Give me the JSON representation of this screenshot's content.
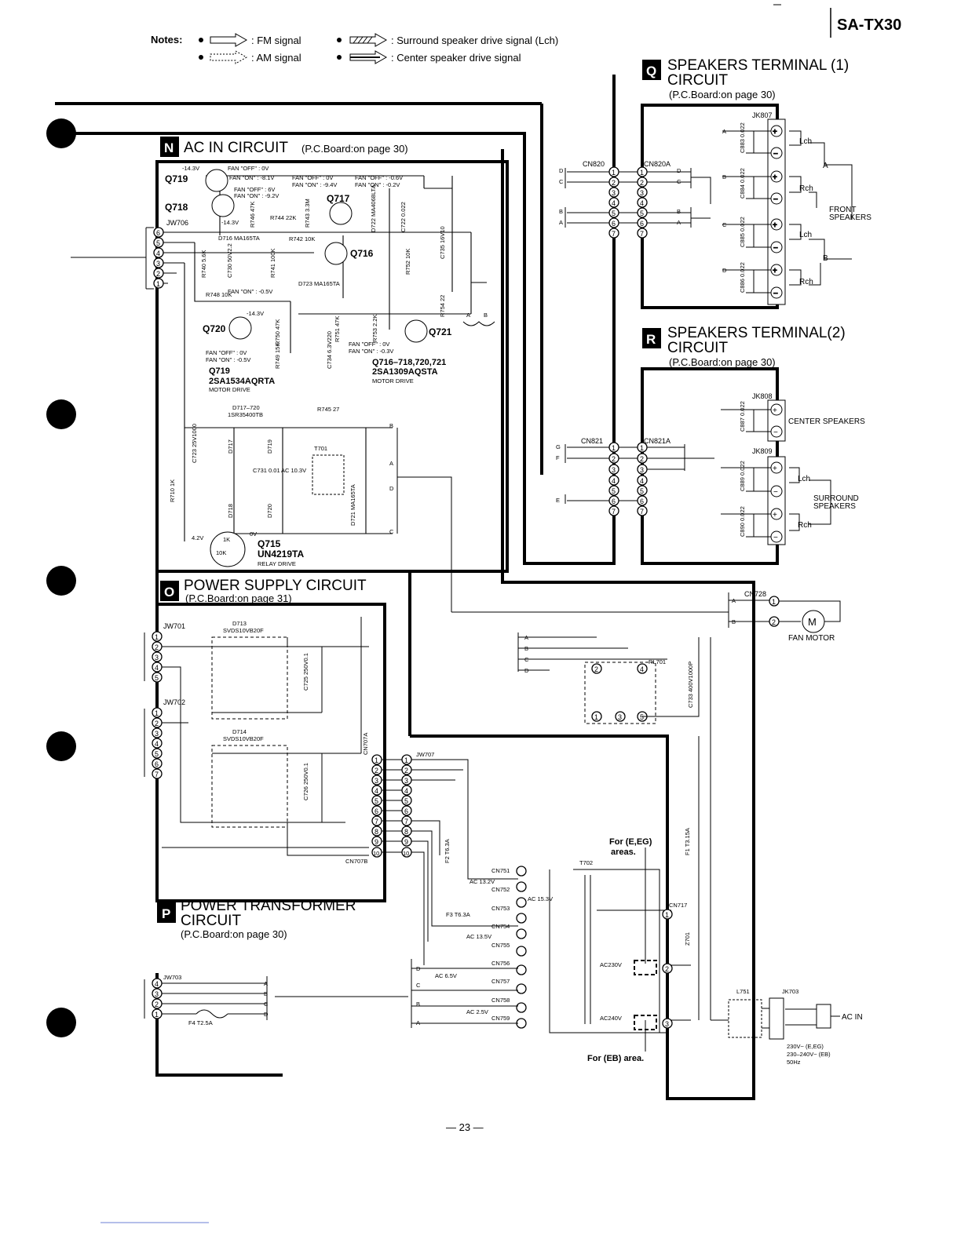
{
  "model": "SA-TX30",
  "page_number": "— 23 —",
  "notes": {
    "label": "Notes:",
    "fm": ": FM signal",
    "am": ": AM signal",
    "surround": ": Surround speaker drive signal (Lch)",
    "center": ": Center speaker drive signal"
  },
  "sections": {
    "Q": {
      "letter": "Q",
      "title1": "SPEAKERS  TERMINAL (1)",
      "title2": "CIRCUIT",
      "board": "(P.C.Board:on page 30)"
    },
    "R": {
      "letter": "R",
      "title1": "SPEAKERS  TERMINAL(2)",
      "title2": "CIRCUIT",
      "board": "(P.C.Board:on page 30)"
    },
    "N": {
      "letter": "N",
      "title": "AC IN CIRCUIT",
      "board": "(P.C.Board:on page 30)"
    },
    "O": {
      "letter": "O",
      "title": "POWER SUPPLY CIRCUIT",
      "board": "(P.C.Board:on page 31)"
    },
    "P": {
      "letter": "P",
      "title1": "POWER TRANSFORMER",
      "title2": "CIRCUIT",
      "board": "(P.C.Board:on page 30)"
    }
  },
  "labels": {
    "jk807": "JK807",
    "jk808": "JK808",
    "jk809": "JK809",
    "cn820": "CN820",
    "cn820a": "CN820A",
    "cn821": "CN821",
    "cn821a": "CN821A",
    "front": "FRONT",
    "speakers": "SPEAKERS",
    "lch": "Lch",
    "rch": "Rch",
    "center_speakers": "CENTER SPEAKERS",
    "surround": "SURROUND",
    "c883": "C883 0.022",
    "c884": "C884 0.022",
    "c885": "C885 0.022",
    "c886": "C886 0.022",
    "c887": "C887 0.022",
    "c889": "C889 0.022",
    "c890": "C890 0.022",
    "q719": "Q719",
    "q718": "Q718",
    "q717": "Q717",
    "q716": "Q716",
    "q720": "Q720",
    "q721": "Q721",
    "jw706": "JW706",
    "fan_off_0": "FAN \"OFF\" : 0V",
    "fan_on_m81": "FAN \"ON\" : -8.1V",
    "fan_off_6": "FAN \"OFF\" : 6V",
    "fan_on_m92": "FAN \"ON\" : -9.2V",
    "fan_off_0b": "FAN \"OFF\" : 0V",
    "fan_on_m94": "FAN \"ON\" : -9.4V",
    "fan_off_m06": "FAN \"OFF\" : -0.6V",
    "fan_on_m02": "FAN \"ON\" : -0.2V",
    "v143a": "-14.3V",
    "v143b": "-14.3V",
    "v143c": "-14.3V",
    "r746": "R746 47K",
    "r744": "R744 22K",
    "r743": "R743 3.3M",
    "d722": "D722 MA4068LTA",
    "c722": "C722 0.022",
    "d716": "D716 MA165TA",
    "r742": "R742 10K",
    "c735": "C735 16V10",
    "r740": "R740 5.6K",
    "c730": "C730 50V2.2",
    "r741": "R741 100K",
    "r752": "R752 10K",
    "d723": "D723 MA165TA",
    "r748": "R748 10K",
    "fan_on_m05": "FAN \"ON\" : -0.5V",
    "r750": "R750 47K",
    "r751": "R751 47K",
    "r753": "R753 2.2K",
    "r754": "R754 22",
    "r749": "R749 15K",
    "c734": "C734 6.3V220",
    "fan_off_0c": "FAN \"OFF\" : 0V",
    "fan_on_m05b": "FAN \"ON\" : -0.5V",
    "fan_off_0d": "FAN \"OFF\" : 0V",
    "fan_on_m03": "FAN \"ON\" : -0.3V",
    "q719_part": "2SA1534AQRTA",
    "motor_drive": "MOTOR DRIVE",
    "q716_list": "Q716–718,720,721",
    "q716_part": "2SA1309AQSTA",
    "d717_720": "D717–720",
    "d717_part": "1SR35400TB",
    "r745": "R745 27",
    "c723": "C723 25V1000",
    "d717": "D717",
    "d719": "D719",
    "t701": "T701",
    "c731": "C731 0.01",
    "ac103": "AC 10.3V",
    "d718": "D718",
    "d720": "D720",
    "d721": "D721 MA165TA",
    "r710": "R710 1K",
    "v42": "4.2V",
    "v0": "0V",
    "r1k": "1K",
    "r10k": "10K",
    "q715": "Q715",
    "q715_part": "UN4219TA",
    "relay_drive": "RELAY DRIVE",
    "cn728": "CN728",
    "fan_motor": "FAN MOTOR",
    "motor_m": "M",
    "rl701": "RL701",
    "c733": "C733 400V1000P",
    "jw701": "JW701",
    "jw702": "JW702",
    "d713": "D713",
    "d714": "D714",
    "svds": "SVDS10VB20F",
    "svds2": "SVDS10VB20F",
    "c725": "C725 250V0.1",
    "c726": "C726 250V0.1",
    "cn707a": "CN707A",
    "cn707b": "CN707B",
    "jw707": "JW707",
    "f2": "F2 T6.3A",
    "f1": "F1 T3.15A",
    "f3": "F3 T6.3A",
    "f4": "F4  T2.5A",
    "jw703": "JW703",
    "t702": "T702",
    "for_e_eg": "For (E,EG)",
    "areas": "areas.",
    "cn751": "CN751",
    "cn752": "CN752",
    "cn753": "CN753",
    "cn754": "CN754",
    "cn755": "CN755",
    "cn756": "CN756",
    "cn757": "CN757",
    "cn758": "CN758",
    "cn759": "CN759",
    "ac132": "AC 13.2V",
    "ac153": "AC 15.3V",
    "ac135": "AC 13.5V",
    "ac65": "AC 6.5V",
    "ac25": "AC 2.5V",
    "cn717": "CN717",
    "z701": "Z701",
    "ac230": "AC230V",
    "ac240": "AC240V",
    "l751": "L751",
    "jk703": "JK703",
    "ac_in": "AC IN",
    "v230": "230V~ (E,EG)",
    "v230_240": "230–240V~ (EB)",
    "hz": "50Hz",
    "for_eb": "For (EB) area."
  }
}
